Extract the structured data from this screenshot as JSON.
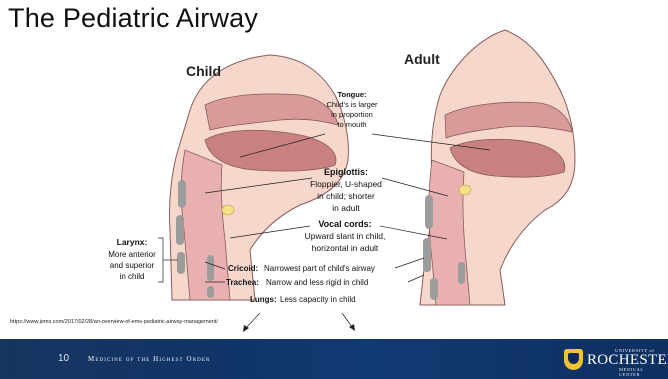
{
  "slide": {
    "title": "The Pediatric Airway",
    "source_url": "https://www.jems.com/2017/02/28/an-overview-of-ems-pediatric-airway-management/",
    "slide_number": "10"
  },
  "figure": {
    "child_heading": "Child",
    "adult_heading": "Adult",
    "labels": {
      "tongue_title": "Tongue:",
      "tongue_l1": "Child's is larger",
      "tongue_l2": "in proportion",
      "tongue_l3": "to mouth",
      "epiglottis_title": "Epiglottis:",
      "epiglottis_l1": "Floppier, U-shaped",
      "epiglottis_l2": "in child; shorter",
      "epiglottis_l3": "in adult",
      "larynx_title": "Larynx:",
      "larynx_l1": "More anterior",
      "larynx_l2": "and superior",
      "larynx_l3": "in child",
      "vocal_title": "Vocal cords:",
      "vocal_l1": "Upward slant in child,",
      "vocal_l2": "horizontal in adult",
      "cricoid_title": "Cricoid:",
      "cricoid_text": "Narrowest part of child's airway",
      "trachea_title": "Trachea:",
      "trachea_text": "Narrow and less rigid in child",
      "lungs_title": "Lungs:",
      "lungs_text": "Less capacity in child"
    }
  },
  "footer": {
    "tagline": "Medicine of the Highest Order",
    "logo_university": "UNIVERSITY of",
    "logo_name": "ROCHESTER",
    "logo_medical_center": "MEDICAL CENTER"
  },
  "colors": {
    "footer_navy": "#0b2a57",
    "tissue_pink": "#d99a9a",
    "tissue_dark": "#b86a6a",
    "skin": "#f6d7cc",
    "cartilage_gray": "#9c9c9c",
    "hyoid_yellow": "#f5e08a"
  }
}
